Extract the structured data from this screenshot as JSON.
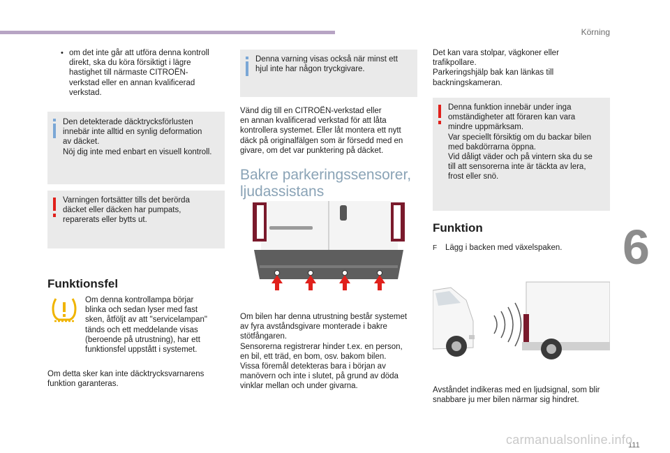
{
  "header": {
    "section": "Körning",
    "chapter": "6",
    "page_number": "111"
  },
  "col1": {
    "bullet": "om det inte går att utföra denna kontroll\ndirekt, ska du köra försiktigt i lägre\nhastighet till närmaste CITROËN-\nverkstad eller en annan kvalificerad\nverkstad.",
    "info_box": "Den detekterade däcktrycksförlusten\ninnebär inte alltid en synlig deformation\nav däcket.\nNöj dig inte med enbart en visuell kontroll.",
    "warning_box": "Varningen fortsätter tills det berörda\ndäcket eller däcken har pumpats,\nreparerats eller bytts ut.",
    "heading": "Funktionsfel",
    "fault_text": "Om denna kontrollampa börjar\nblinka och sedan lyser med fast\nsken, åtföljt av att \"servicelampan\"\ntänds och ett meddelande visas\n(beroende på utrustning), har ett\nfunktionsfel uppstått i systemet.",
    "footer_text": "Om detta sker kan inte däcktrycksvarnarens\nfunktion garanteras."
  },
  "col2": {
    "info_box": "Denna varning visas också när minst ett\nhjul inte har någon tryckgivare.",
    "text1": "Vänd dig till en CITROËN-verkstad eller\nen annan kvalificerad verkstad för att låta\nkontrollera systemet. Eller låt montera ett nytt\ndäck på originalfälgen som är försedd med en\ngivare, om det var punktering på däcket.",
    "title": "Bakre parkeringssensorer,\nljudassistans",
    "text2": "Om bilen har denna utrustning består systemet\nav fyra avståndsgivare monterade i bakre\nstötfångaren.\nSensorerna registrerar hinder t.ex. en person,\nen bil, ett träd, en bom, osv. bakom bilen.\nVissa föremål detekteras bara i början av\nmanövern och inte i slutet, på grund av döda\nvinklar mellan och under givarna."
  },
  "col3": {
    "text1": "Det kan vara stolpar, vägkoner eller\ntrafikpollare.\nParkeringshjälp bak kan länkas till\nbackningskameran.",
    "warning_box": "Denna funktion innebär under inga\nomständigheter att föraren kan vara\nmindre uppmärksam.\nVar speciellt försiktig om du backar bilen\nmed bakdörrarna öppna.\nVid dåligt väder och på vintern ska du se\ntill att sensorerna inte är täckta av lera,\nfrost eller snö.",
    "heading": "Funktion",
    "step_icon": "F",
    "step": "Lägg i backen med växelspaken.",
    "text2": "Avståndet indikeras med en ljudsignal, som blir\nsnabbare ju mer bilen närmar sig hindret."
  },
  "watermark": "carmanualsonline.info",
  "colors": {
    "info": "#7ba7d6",
    "warning": "#e0201b",
    "caution": "#f0b400",
    "title": "#8aa3b6",
    "box": "#eaeaea",
    "topbar": "#b7a4c4"
  },
  "icons": [
    "info-icon",
    "warning-icon",
    "tpms-warning-lamp-icon"
  ]
}
